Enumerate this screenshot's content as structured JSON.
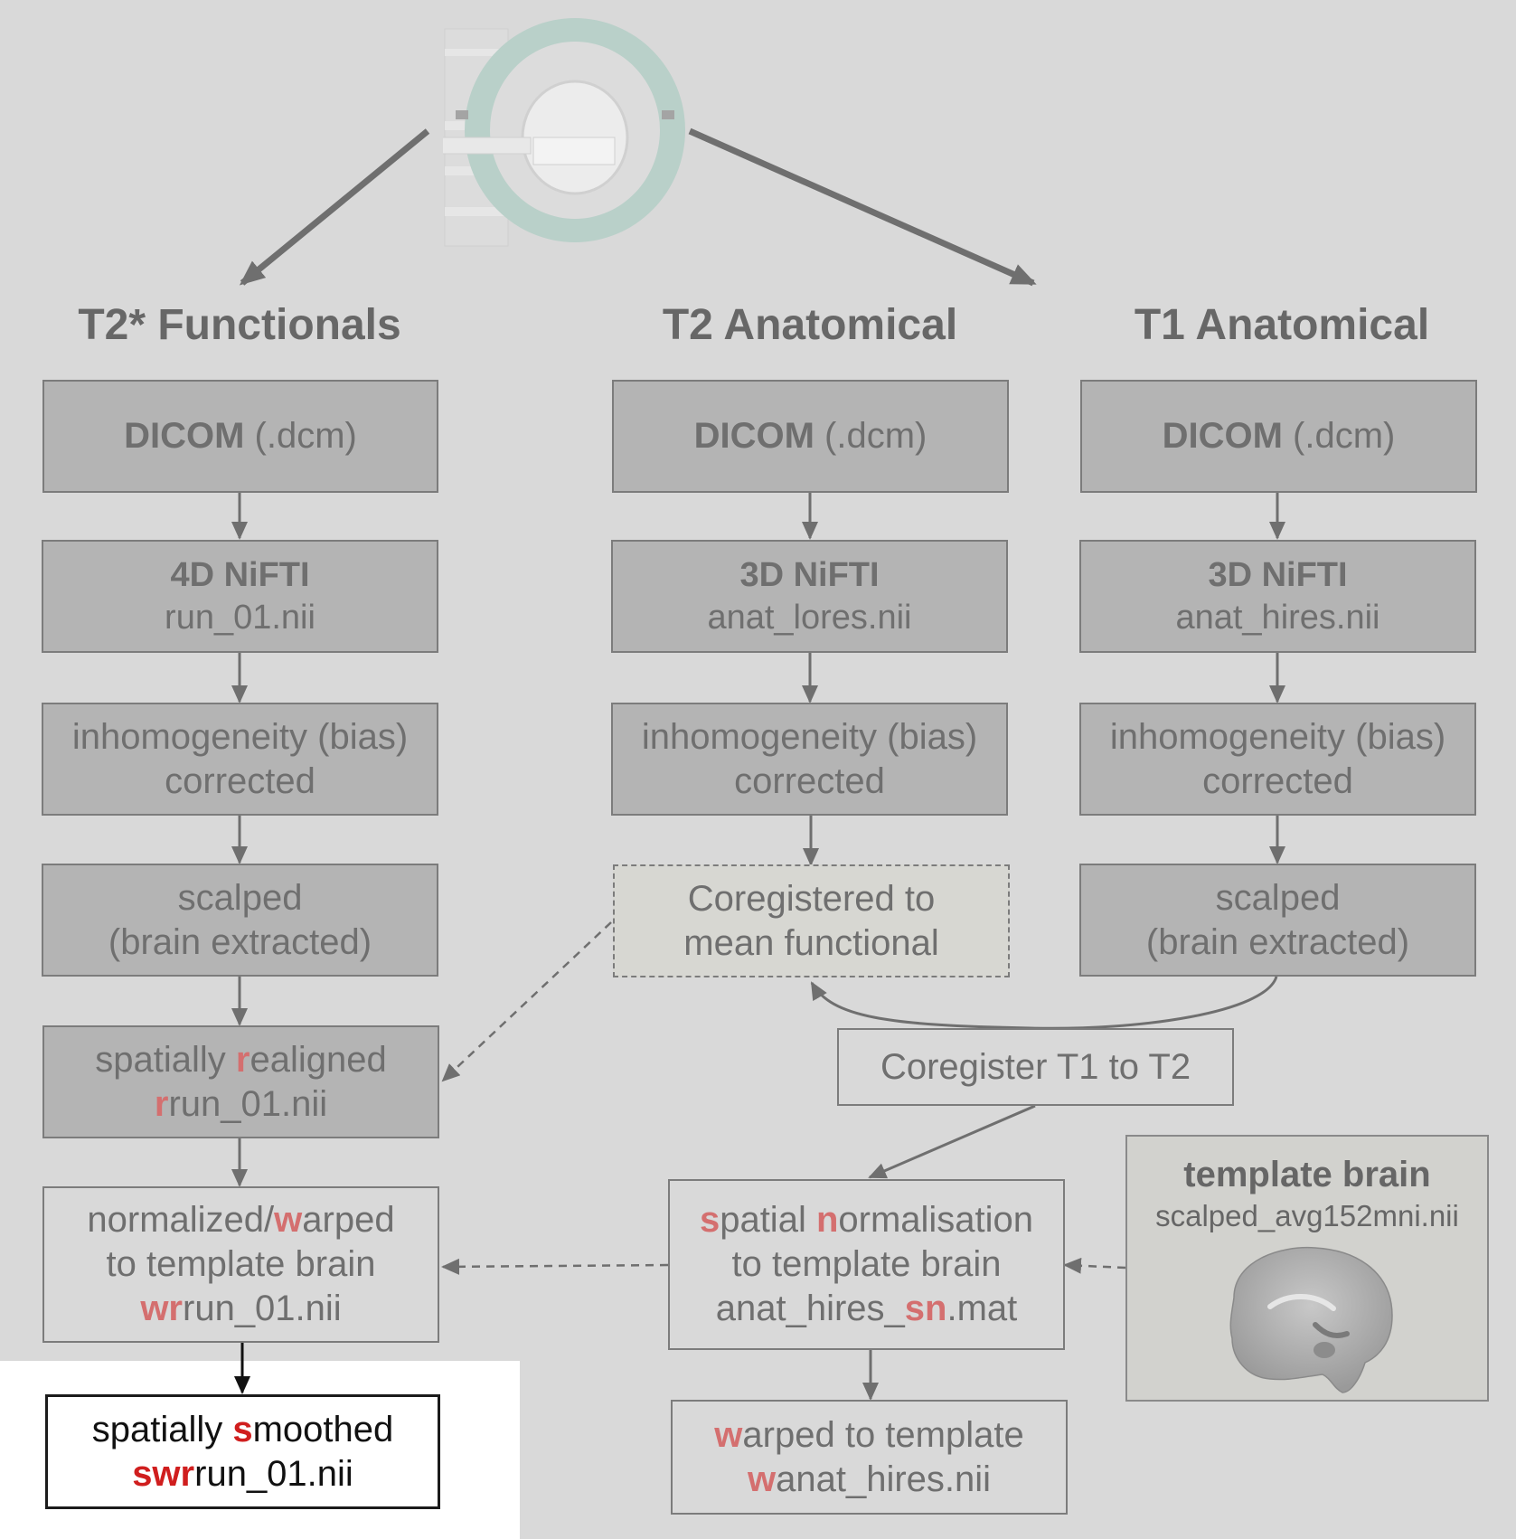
{
  "columns": {
    "functional_title": "T2* Functionals",
    "t2_title": "T2 Anatomical",
    "t1_title": "T1 Anatomical"
  },
  "functional": {
    "dicom": {
      "bold": "DICOM",
      "rest": " (.dcm)"
    },
    "nifti": {
      "title": "4D NiFTI",
      "file": "run_01.nii"
    },
    "bias": {
      "line1": "inhomogeneity (bias)",
      "line2": "corrected"
    },
    "scalped": {
      "line1": "scalped",
      "line2": "(brain extracted)"
    },
    "realigned": {
      "l1a": "spatially ",
      "l1b": "r",
      "l1c": "ealigned",
      "l2a": "r",
      "l2b": "run_01.nii"
    },
    "normalized": {
      "l1a": "normalized/",
      "l1b": "w",
      "l1c": "arped",
      "line2": "to template brain",
      "l3a": "wr",
      "l3b": "run_01.nii"
    },
    "smoothed": {
      "l1a": "spatially ",
      "l1b": "s",
      "l1c": "moothed",
      "l2a": "swr",
      "l2b": "run_01.nii"
    }
  },
  "t2": {
    "dicom": {
      "bold": "DICOM",
      "rest": " (.dcm)"
    },
    "nifti": {
      "title": "3D NiFTI",
      "file": "anat_lores.nii"
    },
    "bias": {
      "line1": "inhomogeneity (bias)",
      "line2": "corrected"
    },
    "coreg": {
      "line1": "Coregistered to",
      "line2": "mean functional"
    }
  },
  "t1": {
    "dicom": {
      "bold": "DICOM",
      "rest": " (.dcm)"
    },
    "nifti": {
      "title": "3D NiFTI",
      "file": "anat_hires.nii"
    },
    "bias": {
      "line1": "inhomogeneity (bias)",
      "line2": "corrected"
    },
    "scalped": {
      "line1": "scalped",
      "line2": "(brain extracted)"
    }
  },
  "coregister": {
    "label": "Coregister T1 to T2"
  },
  "spatial_norm": {
    "l1a": "s",
    "l1b": "patial ",
    "l1c": "n",
    "l1d": "ormalisation",
    "line2": "to template brain",
    "l3a": "anat_hires_",
    "l3b": "sn",
    "l3c": ".mat"
  },
  "warped": {
    "l1a": "w",
    "l1b": "arped to template",
    "l2a": "w",
    "l2b": "anat_hires.nii"
  },
  "template": {
    "title": "template brain",
    "file": "scalped_avg152mni.nii"
  },
  "icons": [
    "mri-scanner-icon",
    "brain-icon"
  ],
  "colors": {
    "background": "#d9d9d9",
    "box_dark": "#b4b4b4",
    "text_gray": "#6f6f6f",
    "accent_red": "#d46f6f",
    "final_red": "#d01e1e"
  }
}
